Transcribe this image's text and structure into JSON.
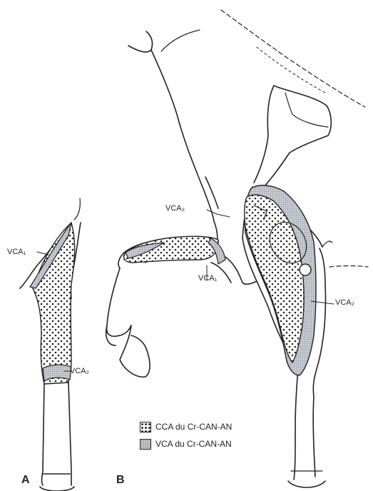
{
  "labels": {
    "vca1_left": "VCA₁",
    "vca2_left": "VCA₂",
    "vca3": "VCA₃",
    "vca1_right": "VCA₁",
    "vca2_right": "VCA₂"
  },
  "legend": {
    "cca": "CCA du Cr-CAN-AN",
    "vca": "VCA du Cr-CAN-AN"
  },
  "panels": {
    "a": "A",
    "b": "B"
  },
  "colors": {
    "line": "#222222",
    "stipple": "#c7cbd2",
    "dots": "#222222"
  }
}
